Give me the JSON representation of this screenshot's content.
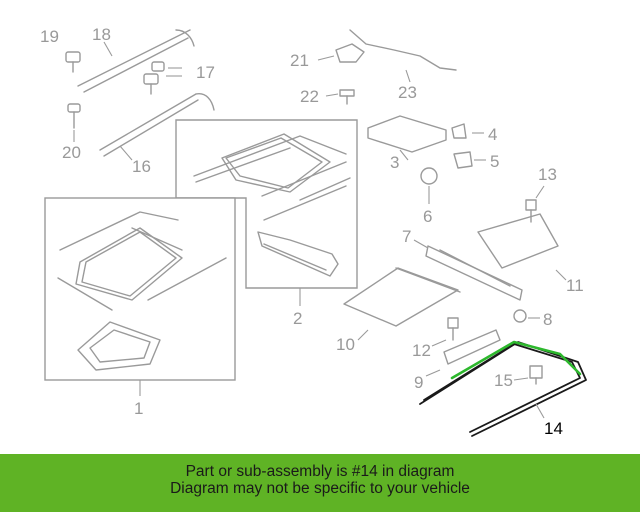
{
  "diagram": {
    "callouts": [
      "1",
      "2",
      "3",
      "4",
      "5",
      "6",
      "7",
      "8",
      "9",
      "10",
      "11",
      "12",
      "13",
      "14",
      "15",
      "16",
      "17",
      "18",
      "19",
      "20",
      "21",
      "22",
      "23"
    ],
    "highlighted_part": "14"
  },
  "banner": {
    "line1": "Part or sub-assembly is #14 in diagram",
    "line2": "Diagram may not be specific to your vehicle",
    "background": "#5fb325"
  }
}
